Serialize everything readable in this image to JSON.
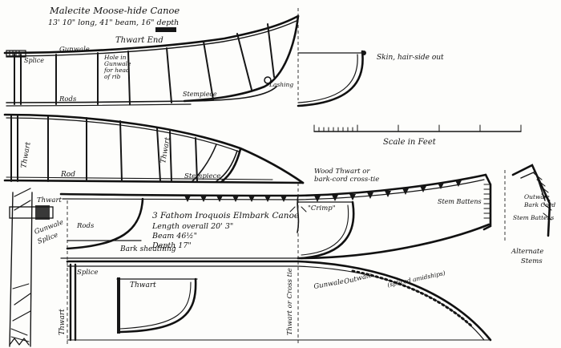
{
  "moose_canoe": {
    "title": "Malecite Moose-hide Canoe",
    "dimensions": "13' 10\" long, 41\" beam, 16\" depth",
    "thwart_end": "Thwart End",
    "gunwale": "Gunwale",
    "splice": "Splice",
    "hole_note_1": "Hole in",
    "hole_note_2": "Gunwale",
    "hole_note_3": "for head",
    "hole_note_4": "of rib",
    "rods_top": "Rods",
    "stempiece_top": "Stempiece",
    "lashing": "Lashing",
    "skin": "Skin, hair-side out",
    "thwart_left": "Thwart",
    "rod_mid": "Rod",
    "thwart_mid": "Thwart",
    "stempiece_mid": "Stempiece"
  },
  "scale": {
    "label": "Scale in Feet"
  },
  "iroquois_canoe": {
    "title": "3 Fathom Iroquois Elmbark Canoe",
    "length": "Length overall 20' 3\"",
    "beam": "Beam   46½\"",
    "depth": "Depth   17\"",
    "wood_thwart_1": "Wood Thwart or",
    "wood_thwart_2": "bark-cord cross-tie",
    "crimp": "\"Crimp\"",
    "stem_battens_right": "Stem Battens",
    "outwale": "Outwale",
    "bark_cord": "Bark Cord",
    "stem_battens_far": "Stem Battens",
    "alternate_1": "Alternate",
    "alternate_2": "Stems",
    "thwart_detail": "Thwart",
    "gunwale_splice_1": "Gunwale",
    "gunwale_splice_2": "Splice",
    "rods": "Rods",
    "bark_sheathing": "Bark sheathing",
    "splice_bottom": "Splice",
    "thwart_bottom": "Thwart",
    "gunwale_bottom": "Gunwale",
    "outwale_bottom": "Outwale",
    "spliced_note": "(spliced amidships)",
    "thwart_vertical": "Thwart",
    "thwart_or_cross_tie": "Thwart or Cross tie"
  }
}
